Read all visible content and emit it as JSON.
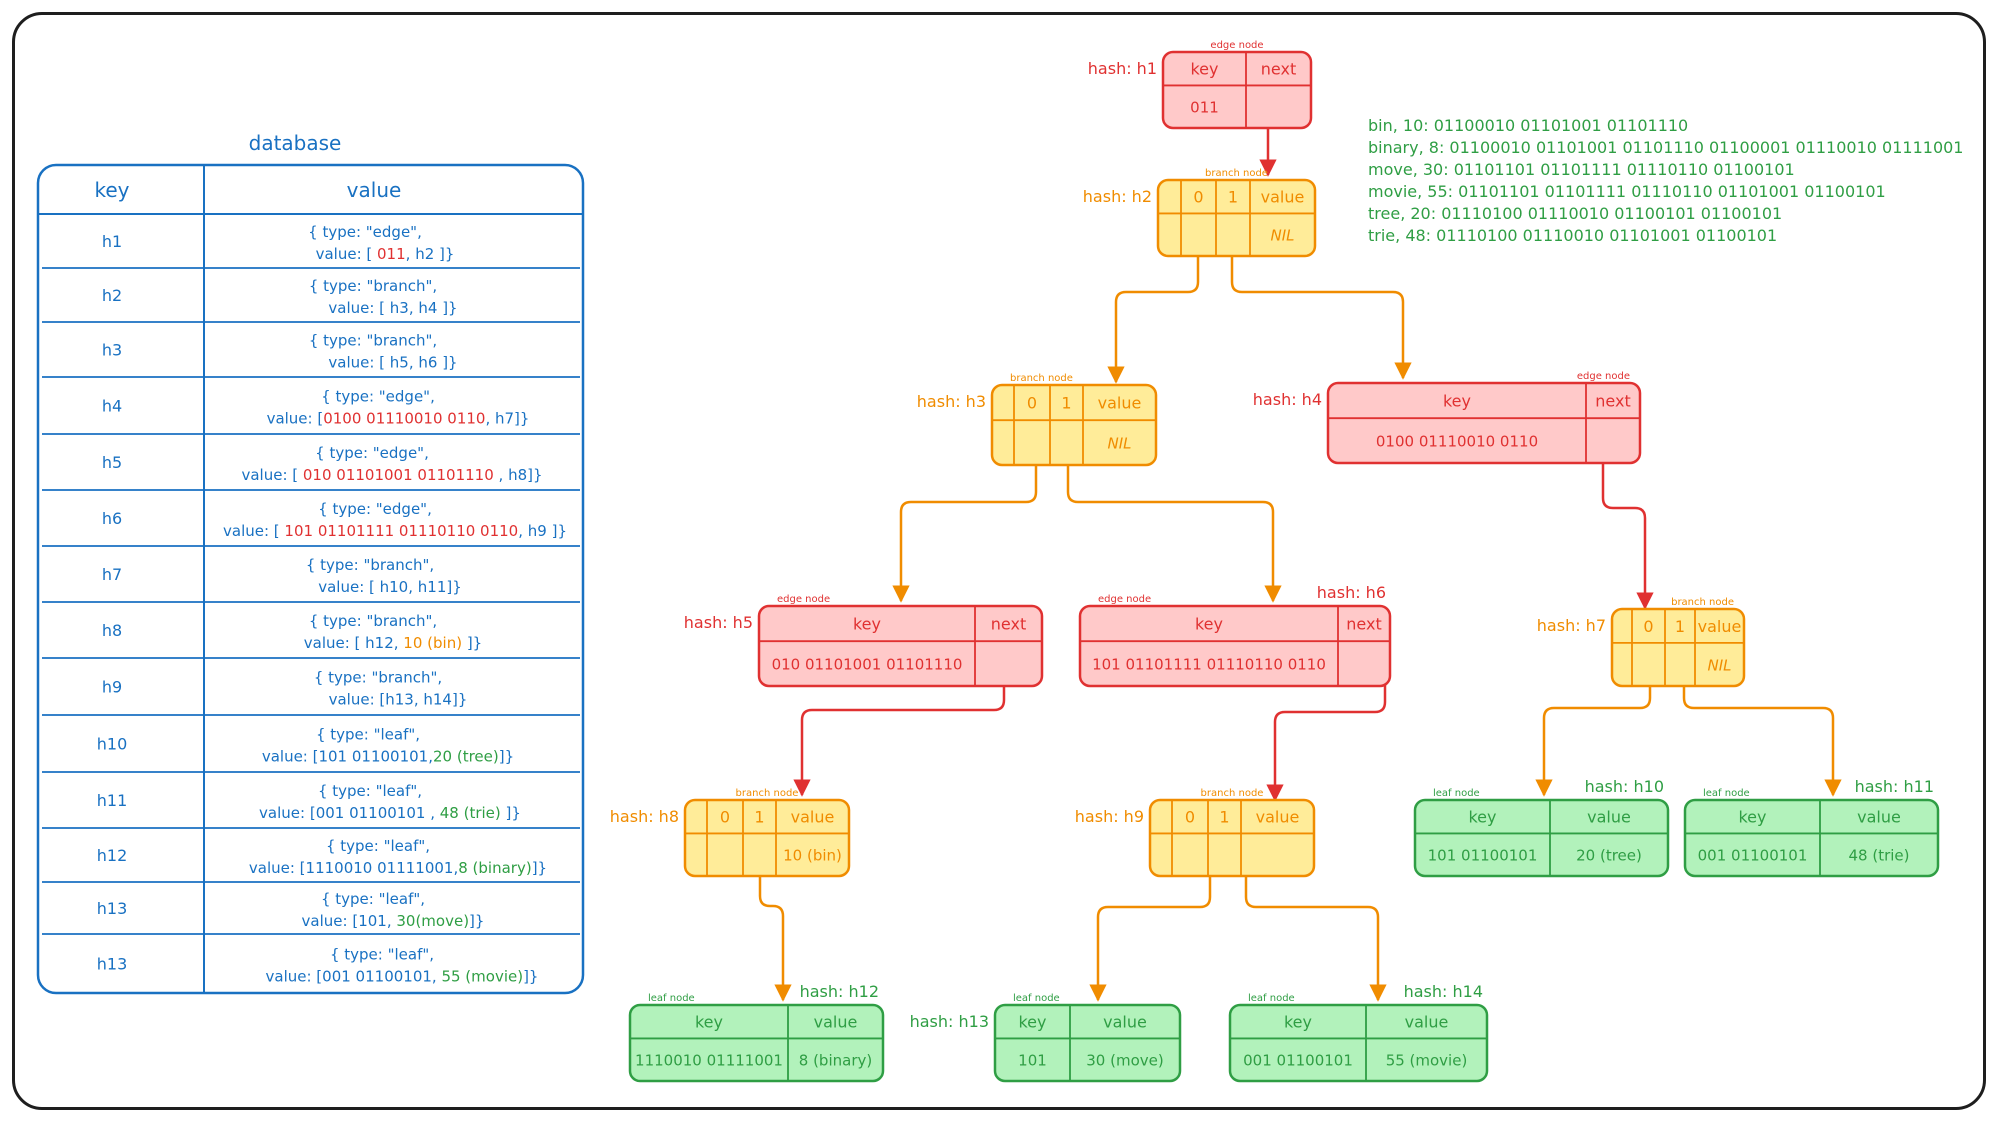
{
  "colors": {
    "blue": "#1971c2",
    "red": "#e03131",
    "red_fill": "#ffc9c9",
    "orange": "#f08c00",
    "orange_fill": "#ffec99",
    "green": "#2f9e44",
    "green_fill": "#b2f2bb",
    "black": "#1e1e1e"
  },
  "database": {
    "title": "database",
    "header_key": "key",
    "header_value": "value",
    "rows": [
      {
        "key": "h1",
        "l1": "{ type: \"edge\",",
        "v_pre": "value: [ ",
        "v_hi": "011",
        "v_post": ", h2 ]}",
        "hi": "red"
      },
      {
        "key": "h2",
        "l1": "{ type: \"branch\",",
        "v_pre": "value: [ h3, h4 ]}",
        "v_hi": "",
        "v_post": "",
        "hi": "red"
      },
      {
        "key": "h3",
        "l1": "{ type: \"branch\",",
        "v_pre": "value: [ h5, h6 ]}",
        "v_hi": "",
        "v_post": "",
        "hi": "red"
      },
      {
        "key": "h4",
        "l1": "{ type: \"edge\",",
        "v_pre": "value: [",
        "v_hi": "0100 01110010 0110",
        "v_post": ", h7]}",
        "hi": "red"
      },
      {
        "key": "h5",
        "l1": "{ type: \"edge\",",
        "v_pre": "value: [ ",
        "v_hi": "010 01101001 01101110",
        "v_post": " , h8]}",
        "hi": "red"
      },
      {
        "key": "h6",
        "l1": "{ type: \"edge\",",
        "v_pre": "value: [ ",
        "v_hi": "101 01101111 01110110 0110",
        "v_post": ", h9 ]}",
        "hi": "red"
      },
      {
        "key": "h7",
        "l1": "{ type: \"branch\",",
        "v_pre": "value: [ h10, h11]}",
        "v_hi": "",
        "v_post": "",
        "hi": "red"
      },
      {
        "key": "h8",
        "l1": "{ type: \"branch\",",
        "v_pre": "value: [ h12, ",
        "v_hi": "10 (bin)",
        "v_post": " ]}",
        "hi": "orange"
      },
      {
        "key": "h9",
        "l1": "{ type: \"branch\",",
        "v_pre": "value: [h13, h14]}",
        "v_hi": "",
        "v_post": "",
        "hi": "red"
      },
      {
        "key": "h10",
        "l1": "{ type: \"leaf\",",
        "v_pre": "value: [101 01100101,",
        "v_hi": "20 (tree)",
        "v_post": "]}",
        "hi": "green"
      },
      {
        "key": "h11",
        "l1": "{ type: \"leaf\",",
        "v_pre": "value: [001 01100101 , ",
        "v_hi": "48 (trie)",
        "v_post": " ]}",
        "hi": "green"
      },
      {
        "key": "h12",
        "l1": "{ type: \"leaf\",",
        "v_pre": "value: [1110010 01111001,",
        "v_hi": "8 (binary)",
        "v_post": "]}",
        "hi": "green"
      },
      {
        "key": "h13",
        "l1": "{ type: \"leaf\",",
        "v_pre": "value: [101, ",
        "v_hi": "30(move)",
        "v_post": "]}",
        "hi": "green"
      },
      {
        "key": "h13",
        "l1": "{ type: \"leaf\",",
        "v_pre": "value: [001 01100101, ",
        "v_hi": "55 (movie)",
        "v_post": "]}",
        "hi": "green"
      }
    ]
  },
  "encodings": [
    "bin, 10: 01100010 01101001 01101110",
    "binary, 8: 01100010 01101001 01101110 01100001 01110010 01111001",
    "move, 30: 01101101 01101111 01110110 01100101",
    "movie, 55: 01101101 01101111 01110110 01101001 01100101",
    "tree, 20: 01110100 01110010 01100101 01100101",
    "trie, 48: 01110100 01110010 01101001 01100101"
  ],
  "nodes": {
    "h1": {
      "hash": "hash: h1",
      "type_label": "edge node",
      "kind": "edge",
      "col1": "key",
      "col2": "next",
      "key": "011"
    },
    "h2": {
      "hash": "hash: h2",
      "type_label": "branch node",
      "kind": "branch",
      "c0": "0",
      "c1": "1",
      "cv": "value",
      "val": "NIL"
    },
    "h3": {
      "hash": "hash: h3",
      "type_label": "branch node",
      "kind": "branch",
      "c0": "0",
      "c1": "1",
      "cv": "value",
      "val": "NIL"
    },
    "h4": {
      "hash": "hash: h4",
      "type_label": "edge node",
      "kind": "edge",
      "col1": "key",
      "col2": "next",
      "key": "0100 01110010 0110"
    },
    "h5": {
      "hash": "hash: h5",
      "type_label": "edge node",
      "kind": "edge",
      "col1": "key",
      "col2": "next",
      "key": "010 01101001 01101110"
    },
    "h6": {
      "hash": "hash: h6",
      "type_label": "edge node",
      "kind": "edge",
      "col1": "key",
      "col2": "next",
      "key": "101 01101111 01110110 0110"
    },
    "h7": {
      "hash": "hash: h7",
      "type_label": "branch node",
      "kind": "branch",
      "c0": "0",
      "c1": "1",
      "cv": "value",
      "val": "NIL"
    },
    "h8": {
      "hash": "hash: h8",
      "type_label": "branch node",
      "kind": "branch",
      "c0": "0",
      "c1": "1",
      "cv": "value",
      "val": "10 (bin)"
    },
    "h9": {
      "hash": "hash: h9",
      "type_label": "branch node",
      "kind": "branch",
      "c0": "0",
      "c1": "1",
      "cv": "value",
      "val": ""
    },
    "h10": {
      "hash": "hash: h10",
      "type_label": "leaf node",
      "kind": "leaf",
      "col1": "key",
      "col2": "value",
      "key": "101 01100101",
      "val": "20 (tree)"
    },
    "h11": {
      "hash": "hash: h11",
      "type_label": "leaf node",
      "kind": "leaf",
      "col1": "key",
      "col2": "value",
      "key": "001 01100101",
      "val": "48 (trie)"
    },
    "h12": {
      "hash": "hash: h12",
      "type_label": "leaf node",
      "kind": "leaf",
      "col1": "key",
      "col2": "value",
      "key": "1110010 01111001",
      "val": "8 (binary)"
    },
    "h13": {
      "hash": "hash: h13",
      "type_label": "leaf node",
      "kind": "leaf",
      "col1": "key",
      "col2": "value",
      "key": "101",
      "val": "30 (move)"
    },
    "h14": {
      "hash": "hash: h14",
      "type_label": "leaf node",
      "kind": "leaf",
      "col1": "key",
      "col2": "value",
      "key": "001 01100101",
      "val": "55 (movie)"
    }
  }
}
